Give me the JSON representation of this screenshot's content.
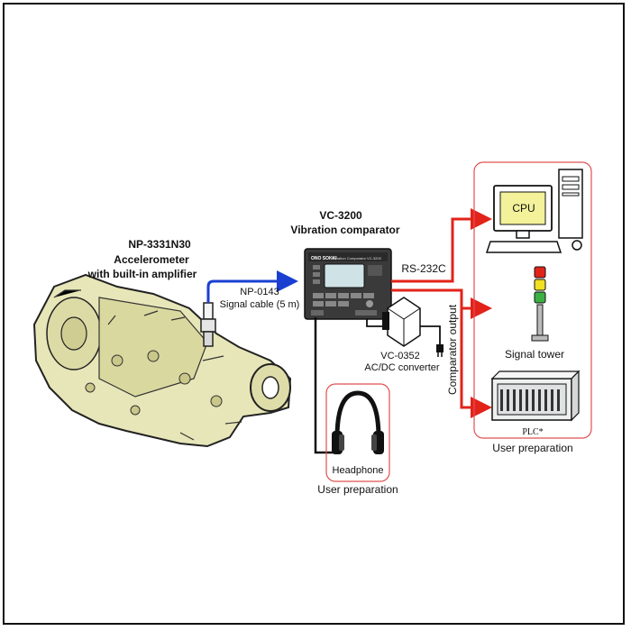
{
  "sensor": {
    "model": "NP-3331N30",
    "line1": "Accelerometer",
    "line2": "with built-in amplifier"
  },
  "cable": {
    "model": "NP-0143",
    "desc": "Signal cable (5 m)"
  },
  "comparator": {
    "model": "VC-3200",
    "name": "Vibration comparator",
    "brand_text": "ONO SOKKI",
    "panel_text": "Vibration Comparator VC-3200"
  },
  "rs232": "RS-232C",
  "converter": {
    "model": "VC-0352",
    "desc": "AC/DC converter"
  },
  "comparator_output": "Comparator output",
  "cpu_label": "CPU",
  "signal_tower": "Signal tower",
  "plc_label": "PLC*",
  "user_prep_right": "User preparation",
  "headphone": "Headphone",
  "user_prep_bottom": "User preparation",
  "colors": {
    "cable_blue": "#1a3fd1",
    "output_red": "#e2231a",
    "gearbox_fill": "#e7e6b8",
    "box_outline": "#e05050",
    "screen_yellow": "#f3f29a"
  }
}
